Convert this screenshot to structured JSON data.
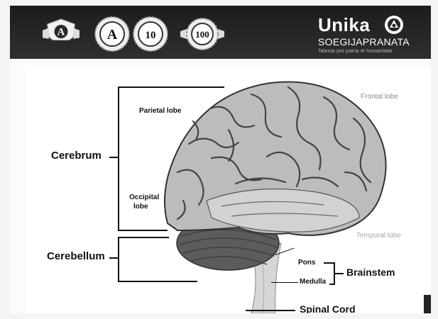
{
  "header": {
    "badges": [
      {
        "text": "A",
        "kind": "shield"
      },
      {
        "text": "A",
        "kind": "seal"
      },
      {
        "text": "10",
        "kind": "seal"
      },
      {
        "text": "100",
        "kind": "seal"
      }
    ],
    "brand_name": "Unika",
    "brand_sub": "SOEGIJAPRANATA",
    "brand_tag": "Talenta pro patria et humanitate",
    "colors": {
      "bar": "#262626",
      "text": "#ffffff"
    }
  },
  "diagram": {
    "labels": {
      "cerebrum": "Cerebrum",
      "cerebellum": "Cerebellum",
      "parietal": "Parietal lobe",
      "occipital_1": "Occipital",
      "occipital_2": "lobe",
      "frontal": "Frontal lobe",
      "temporal": "Temporal lobe",
      "pons": "Pons",
      "medulla": "Medulla",
      "brainstem": "Brainstem",
      "spinal": "Spinal Cord"
    },
    "colors": {
      "brain": "#b9b9b9",
      "cerebellum": "#565656",
      "stem": "#cfcfcf",
      "ink": "#111111"
    }
  }
}
